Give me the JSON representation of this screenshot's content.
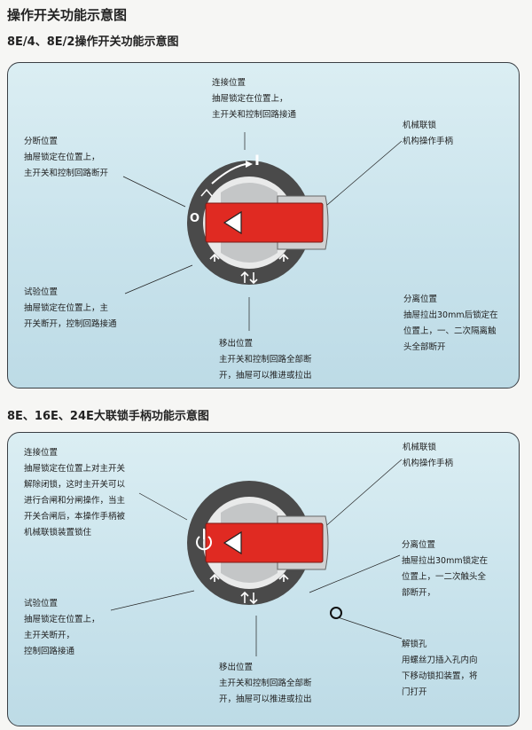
{
  "page_title": "操作开关功能示意图",
  "section1": {
    "title": "8E/4、8E/2操作开关功能示意图",
    "connect": {
      "title": "连接位置",
      "lines": [
        "抽屉锁定在位置上，",
        "主开关和控制回路接通"
      ]
    },
    "break": {
      "title": "分断位置",
      "lines": [
        "抽屉锁定在位置上，",
        "主开关和控制回路断开"
      ]
    },
    "mech": {
      "title": "机械联锁",
      "lines": [
        "机构操作手柄"
      ]
    },
    "test": {
      "title": "试验位置",
      "lines": [
        "抽屉锁定在位置上，主",
        "开关断开，控制回路接通"
      ]
    },
    "separate": {
      "title": "分离位置",
      "lines": [
        "抽屉拉出30mm后锁定在",
        "位置上，一、二次隔离触",
        "头全部断开"
      ]
    },
    "remove": {
      "title": "移出位置",
      "lines": [
        "主开关和控制回路全部断",
        "开，抽屉可以推进或拉出"
      ]
    },
    "dial_marks": {
      "on": "I",
      "off": "O"
    }
  },
  "section2": {
    "title": "8E、16E、24E大联锁手柄功能示意图",
    "connect": {
      "title": "连接位置",
      "lines": [
        "抽屉锁定在位置上对主开关",
        "解除闭锁，这时主开关可以",
        "进行合闸和分闸操作，当主",
        "开关合闸后，本操作手柄被",
        "机械联锁装置锁住"
      ]
    },
    "mech": {
      "title": "机械联锁",
      "lines": [
        "机构操作手柄"
      ]
    },
    "separate": {
      "title": "分离位置",
      "lines": [
        "抽屉拉出30mm锁定在",
        "位置上，一二次触头全",
        "部断开，"
      ]
    },
    "test": {
      "title": "试验位置",
      "lines": [
        "抽屉锁定在位置上，",
        "主开关断开，",
        "控制回路接通"
      ]
    },
    "lock": {
      "title": "解锁孔",
      "lines": [
        "用螺丝刀插入孔内向",
        "下移动锁扣装置，将",
        "门打开"
      ]
    },
    "remove": {
      "title": "移出位置",
      "lines": [
        "主开关和控制回路全部断",
        "开，抽屉可以推进或拉出"
      ]
    }
  },
  "colors": {
    "handle_red": "#e02a22",
    "dial_dark": "#4a4a4a",
    "panel_blue": "#cfe6ee"
  }
}
